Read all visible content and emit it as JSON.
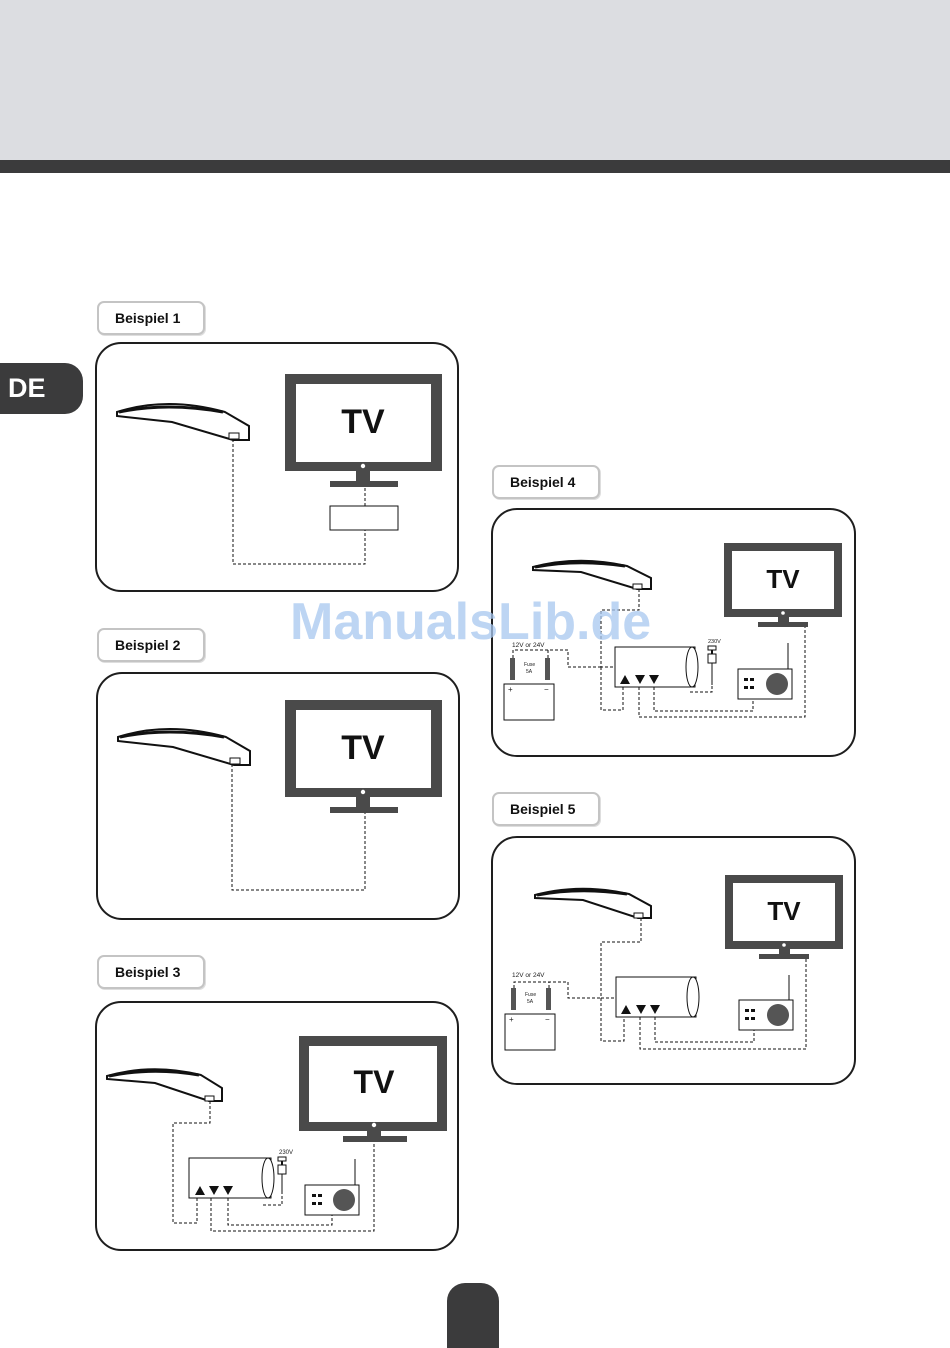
{
  "page": {
    "language_tab": "DE",
    "watermark": "ManualsLib.de"
  },
  "examples": [
    {
      "label": "Beispiel 1",
      "tv": "TV"
    },
    {
      "label": "Beispiel 2",
      "tv": "TV"
    },
    {
      "label": "Beispiel 3",
      "tv": "TV",
      "mains": "230V"
    },
    {
      "label": "Beispiel 4",
      "tv": "TV",
      "battery": "12V or 24V",
      "fuse": "Fuse",
      "fuse_rating": "5A",
      "mains": "230V",
      "plus": "+",
      "minus": "−"
    },
    {
      "label": "Beispiel 5",
      "tv": "TV",
      "battery": "12V or 24V",
      "fuse": "Fuse",
      "fuse_rating": "5A",
      "plus": "+",
      "minus": "−"
    }
  ],
  "icons": [
    "satellite-antenna-icon",
    "tv-icon",
    "receiver-box-icon",
    "radio-icon",
    "battery-icon",
    "power-plug-icon",
    "splitter-amplifier-icon"
  ]
}
